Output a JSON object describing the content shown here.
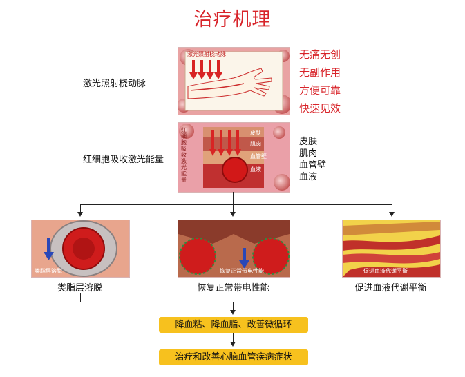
{
  "title": "治疗机理",
  "step1": {
    "label": "激光照射桡动脉",
    "image_caption": "激光照射桡动脉"
  },
  "benefits": [
    "无痛无创",
    "无副作用",
    "方便可靠",
    "快速见效"
  ],
  "step2": {
    "label": "红细胞吸收激光能量",
    "image_side_text": "红细胞吸收激光能量",
    "image_tags": [
      "皮肤",
      "肌肉",
      "血管壁",
      "血液"
    ]
  },
  "layers": [
    "皮肤",
    "肌肉",
    "血管壁",
    "血液"
  ],
  "effects": [
    {
      "caption": "类脂层溶脱",
      "image_tag": "类脂层溶脱"
    },
    {
      "caption": "恢复正常带电性能",
      "image_tag": "恢复正常带电性能"
    },
    {
      "caption": "促进血液代谢平衡",
      "image_tag": "促进血液代谢平衡"
    }
  ],
  "result1": "降血粘、降血脂、改善微循环",
  "result2": "治疗和改善心脑血管疾病症状",
  "colors": {
    "title": "#d8242a",
    "box": "#f7c11e",
    "arrow": "#2a47b8"
  }
}
